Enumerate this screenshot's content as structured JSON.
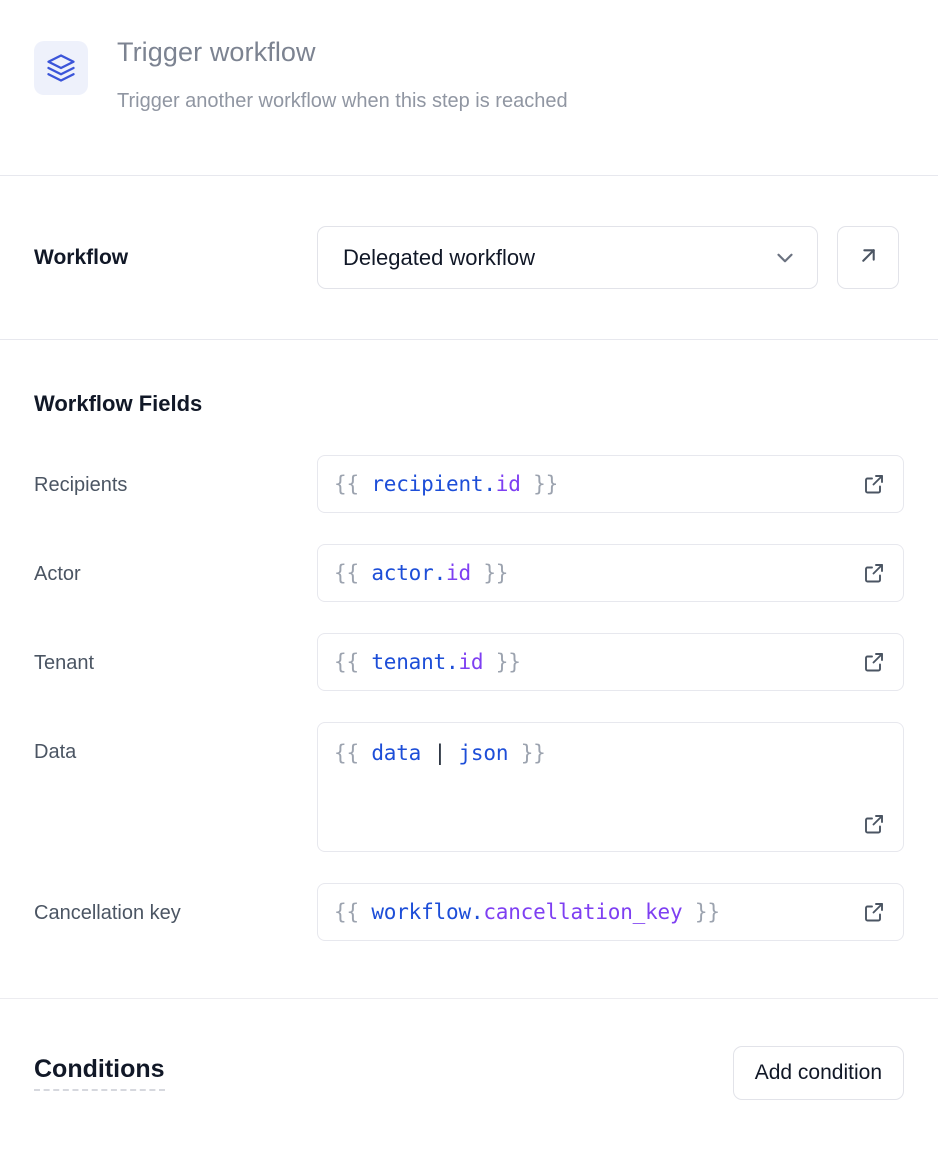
{
  "header": {
    "icon": "layers-icon",
    "icon_color": "#3b55d9",
    "icon_bg": "#eef1fb",
    "title": "Trigger workflow",
    "subtitle": "Trigger another workflow when this step is reached"
  },
  "workflow_row": {
    "label": "Workflow",
    "select_value": "Delegated workflow",
    "chevron_icon": "chevron-down-icon",
    "open_button_icon": "arrow-up-right-icon"
  },
  "fields_section": {
    "heading": "Workflow Fields",
    "fields": [
      {
        "label": "Recipients",
        "value": "{{ recipient.id }}",
        "multiline": false,
        "tokens": [
          {
            "t": "{{ ",
            "k": "brace"
          },
          {
            "t": "recipient",
            "k": "obj"
          },
          {
            "t": ".",
            "k": "dot"
          },
          {
            "t": "id",
            "k": "prop"
          },
          {
            "t": " }}",
            "k": "brace"
          }
        ],
        "expand_icon": "external-link-icon"
      },
      {
        "label": "Actor",
        "value": "{{ actor.id }}",
        "multiline": false,
        "tokens": [
          {
            "t": "{{ ",
            "k": "brace"
          },
          {
            "t": "actor",
            "k": "obj"
          },
          {
            "t": ".",
            "k": "dot"
          },
          {
            "t": "id",
            "k": "prop"
          },
          {
            "t": " }}",
            "k": "brace"
          }
        ],
        "expand_icon": "external-link-icon"
      },
      {
        "label": "Tenant",
        "value": "{{ tenant.id }}",
        "multiline": false,
        "tokens": [
          {
            "t": "{{ ",
            "k": "brace"
          },
          {
            "t": "tenant",
            "k": "obj"
          },
          {
            "t": ".",
            "k": "dot"
          },
          {
            "t": "id",
            "k": "prop"
          },
          {
            "t": " }}",
            "k": "brace"
          }
        ],
        "expand_icon": "external-link-icon"
      },
      {
        "label": "Data",
        "value": "{{ data | json }}",
        "multiline": true,
        "tokens": [
          {
            "t": "{{ ",
            "k": "brace"
          },
          {
            "t": "data",
            "k": "obj"
          },
          {
            "t": " ",
            "k": "brace"
          },
          {
            "t": "|",
            "k": "pipe"
          },
          {
            "t": " ",
            "k": "brace"
          },
          {
            "t": "json",
            "k": "filter"
          },
          {
            "t": " }}",
            "k": "brace"
          }
        ],
        "expand_icon": "external-link-icon"
      },
      {
        "label": "Cancellation key",
        "value": "{{ workflow.cancellation_key }}",
        "multiline": false,
        "tokens": [
          {
            "t": "{{ ",
            "k": "brace"
          },
          {
            "t": "workflow",
            "k": "obj"
          },
          {
            "t": ".",
            "k": "dot"
          },
          {
            "t": "cancellation_key",
            "k": "prop"
          },
          {
            "t": " }}",
            "k": "brace"
          }
        ],
        "expand_icon": "external-link-icon"
      }
    ]
  },
  "conditions_section": {
    "title": "Conditions",
    "add_button_label": "Add condition"
  },
  "colors": {
    "accent_blue": "#1d4ed8",
    "accent_purple": "#7e3ff2",
    "muted_gray": "#9ca3af",
    "border": "#e7e8ee",
    "text_dark": "#111827",
    "text_muted": "#4b5563",
    "header_gray": "#7c8391"
  }
}
